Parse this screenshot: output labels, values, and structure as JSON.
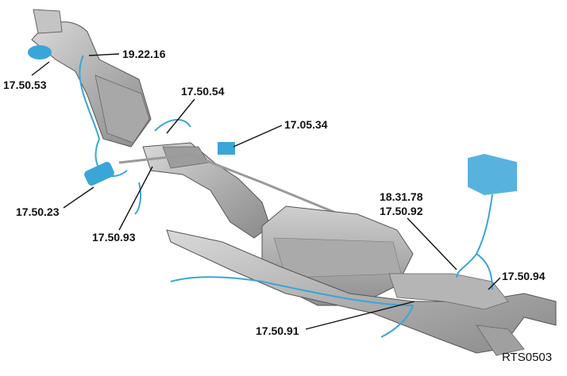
{
  "callouts": [
    {
      "id": "c1",
      "text": "19.22.16"
    },
    {
      "id": "c2",
      "text": "17.50.53"
    },
    {
      "id": "c3",
      "text": "17.50.54"
    },
    {
      "id": "c4",
      "text": "17.05.34"
    },
    {
      "id": "c5",
      "text": "17.50.23"
    },
    {
      "id": "c6",
      "text": "17.50.93"
    },
    {
      "id": "c7",
      "text": "18.31.78"
    },
    {
      "id": "c8",
      "text": "17.50.92"
    },
    {
      "id": "c9",
      "text": "17.50.94"
    },
    {
      "id": "c10",
      "text": "17.50.91"
    }
  ],
  "reference": "RTS0503",
  "colors": {
    "metal": "#b9b9b9",
    "metal_dark": "#8d8d8d",
    "highlight": "#3aa6d8",
    "line": "#111111"
  }
}
